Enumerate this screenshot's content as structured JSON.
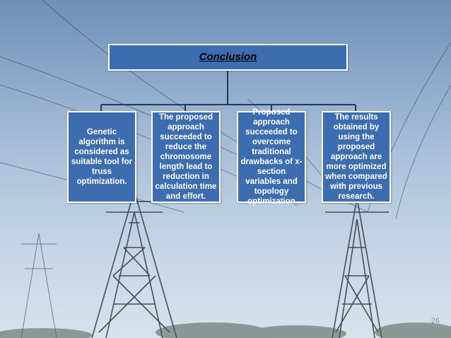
{
  "slide": {
    "page_number": "26"
  },
  "diagram": {
    "root": {
      "label": "Conclusion"
    },
    "children": [
      {
        "label": "Genetic algorithm is considered as suitable tool for truss optimization."
      },
      {
        "label": "The proposed approach succeeded to reduce the chromosome length lead to reduction in calculation time and effort."
      },
      {
        "label": "Proposed approach succeeded to overcome traditional drawbacks of x-section variables and topology optimization"
      },
      {
        "label": "The results obtained by using the proposed approach are more optimized when compared with previous research."
      }
    ]
  },
  "colors": {
    "box_fill": "#3b6db0",
    "box_border": "#ffffff",
    "connector": "#1f3a5a"
  }
}
